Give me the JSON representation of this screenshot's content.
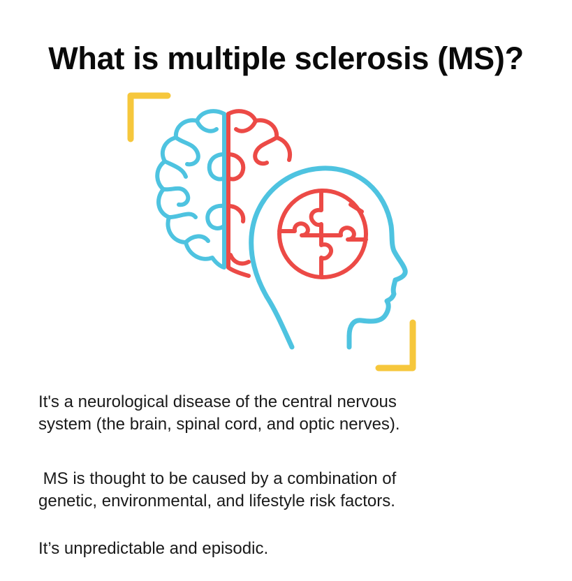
{
  "title": "What is multiple sclerosis (MS)?",
  "colors": {
    "blue": "#4ec3e0",
    "red": "#ec4a46",
    "yellow": "#f6c73c"
  },
  "illustration": {
    "icons": [
      "brain-icon",
      "head-profile-icon",
      "puzzle-icon",
      "corner-bracket-icon"
    ]
  },
  "paragraphs": [
    {
      "lines": [
        "It's a neurological disease of the central nervous",
        "system (the brain, spinal cord, and optic nerves)."
      ]
    },
    {
      "lines": [
        " MS is thought to be caused by a combination of",
        "genetic, environmental, and lifestyle risk factors."
      ]
    },
    {
      "lines": [
        "It’s unpredictable and episodic."
      ]
    }
  ]
}
